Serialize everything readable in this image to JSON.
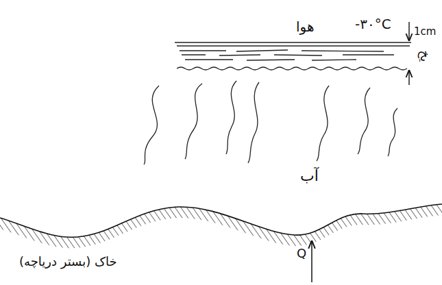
{
  "diagram": {
    "labels": [
      "هوا",
      "-۳۰°C",
      "1cm",
      "یخ",
      "آب",
      "Q",
      "خاک (بستر دریاچه)"
    ]
  }
}
